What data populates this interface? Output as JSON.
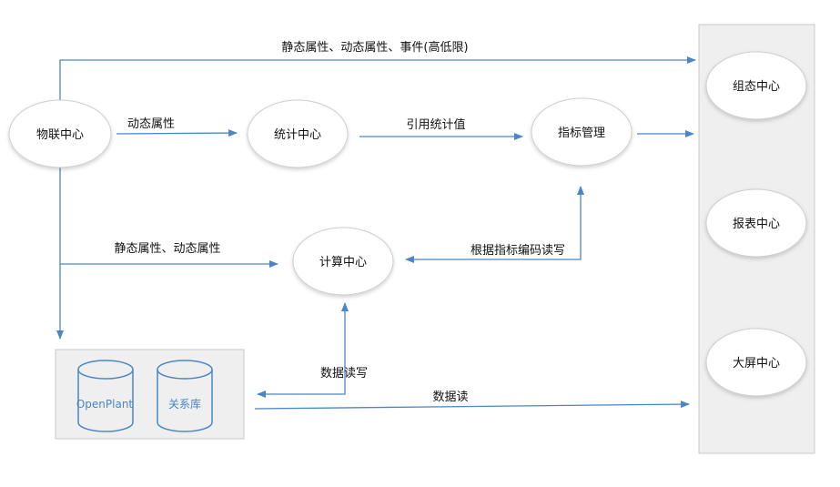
{
  "nodes": {
    "wulian": "物联中心",
    "tongji": "统计中心",
    "zhibiao": "指标管理",
    "jisuan": "计算中心",
    "zutai": "组态中心",
    "baobiao": "报表中心",
    "daping": "大屏中心"
  },
  "databases": {
    "openplant": "OpenPlant",
    "guanxi": "关系库"
  },
  "edges": {
    "top": "静态属性、动态属性、事件(高低限)",
    "wulian_tongji": "动态属性",
    "tongji_zhibiao": "引用统计值",
    "wulian_jisuan": "静态属性、动态属性",
    "jisuan_zhibiao": "根据指标编码读写",
    "jisuan_db": "数据读写",
    "db_right": "数据读"
  },
  "colors": {
    "line": "#4a86c8",
    "ellipse_stroke": "#cfcfcf",
    "panel_fill": "#efefef",
    "panel_stroke": "#c8c8c8",
    "db_stroke": "#4a86c8"
  }
}
